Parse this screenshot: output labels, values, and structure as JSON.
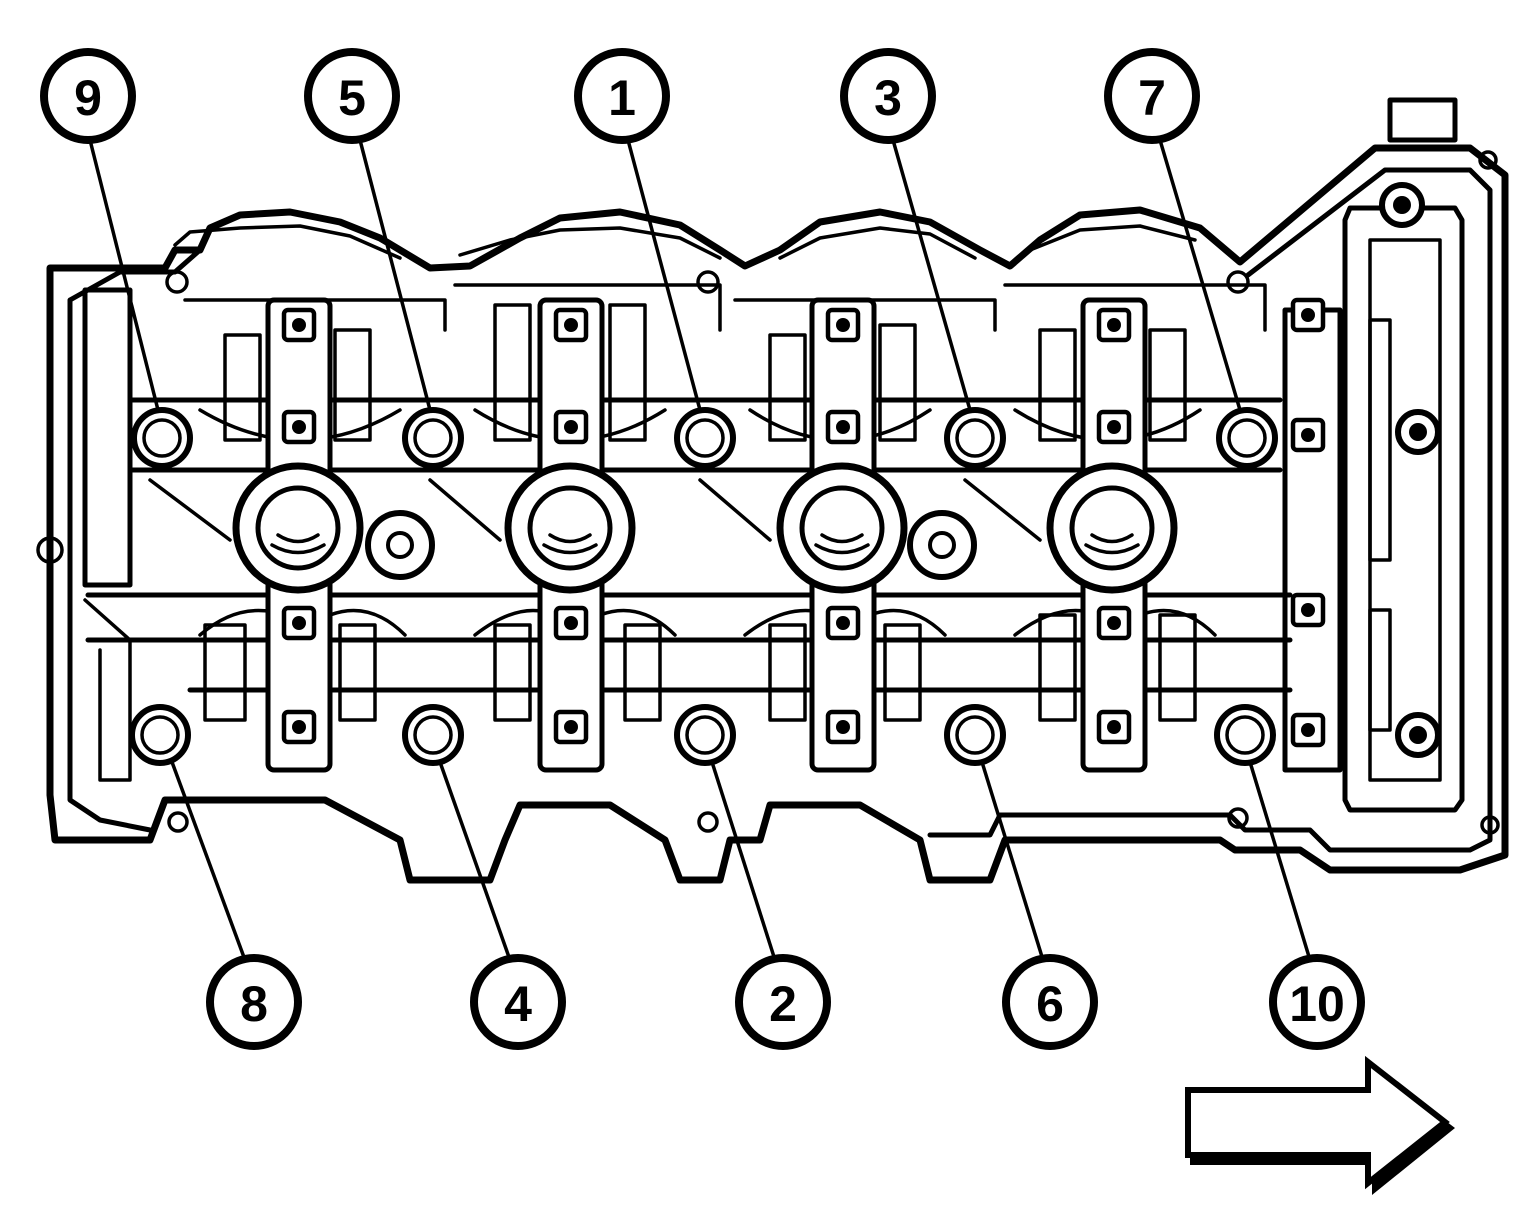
{
  "callouts": [
    {
      "id": "9",
      "label": "9"
    },
    {
      "id": "5",
      "label": "5"
    },
    {
      "id": "1",
      "label": "1"
    },
    {
      "id": "3",
      "label": "3"
    },
    {
      "id": "7",
      "label": "7"
    },
    {
      "id": "8",
      "label": "8"
    },
    {
      "id": "4",
      "label": "4"
    },
    {
      "id": "2",
      "label": "2"
    },
    {
      "id": "6",
      "label": "6"
    },
    {
      "id": "10",
      "label": "10"
    }
  ],
  "direction_arrow": {
    "icon": "arrow-right-icon",
    "meaning": "front"
  }
}
